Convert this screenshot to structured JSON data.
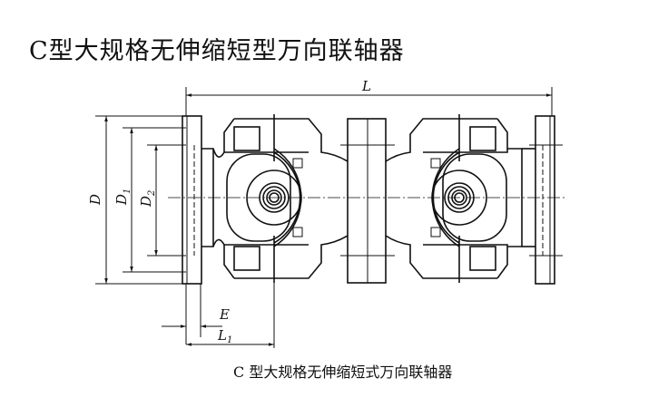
{
  "title": "C型大规格无伸缩短型万向联轴器",
  "caption": "C 型大规格无伸缩短式万向联轴器",
  "dimensions": {
    "L": "L",
    "D": "D",
    "D1": "D",
    "D1_sub": "1",
    "D2": "D",
    "D2_sub": "2",
    "E": "E",
    "L1": "L",
    "L1_sub": "1"
  }
}
